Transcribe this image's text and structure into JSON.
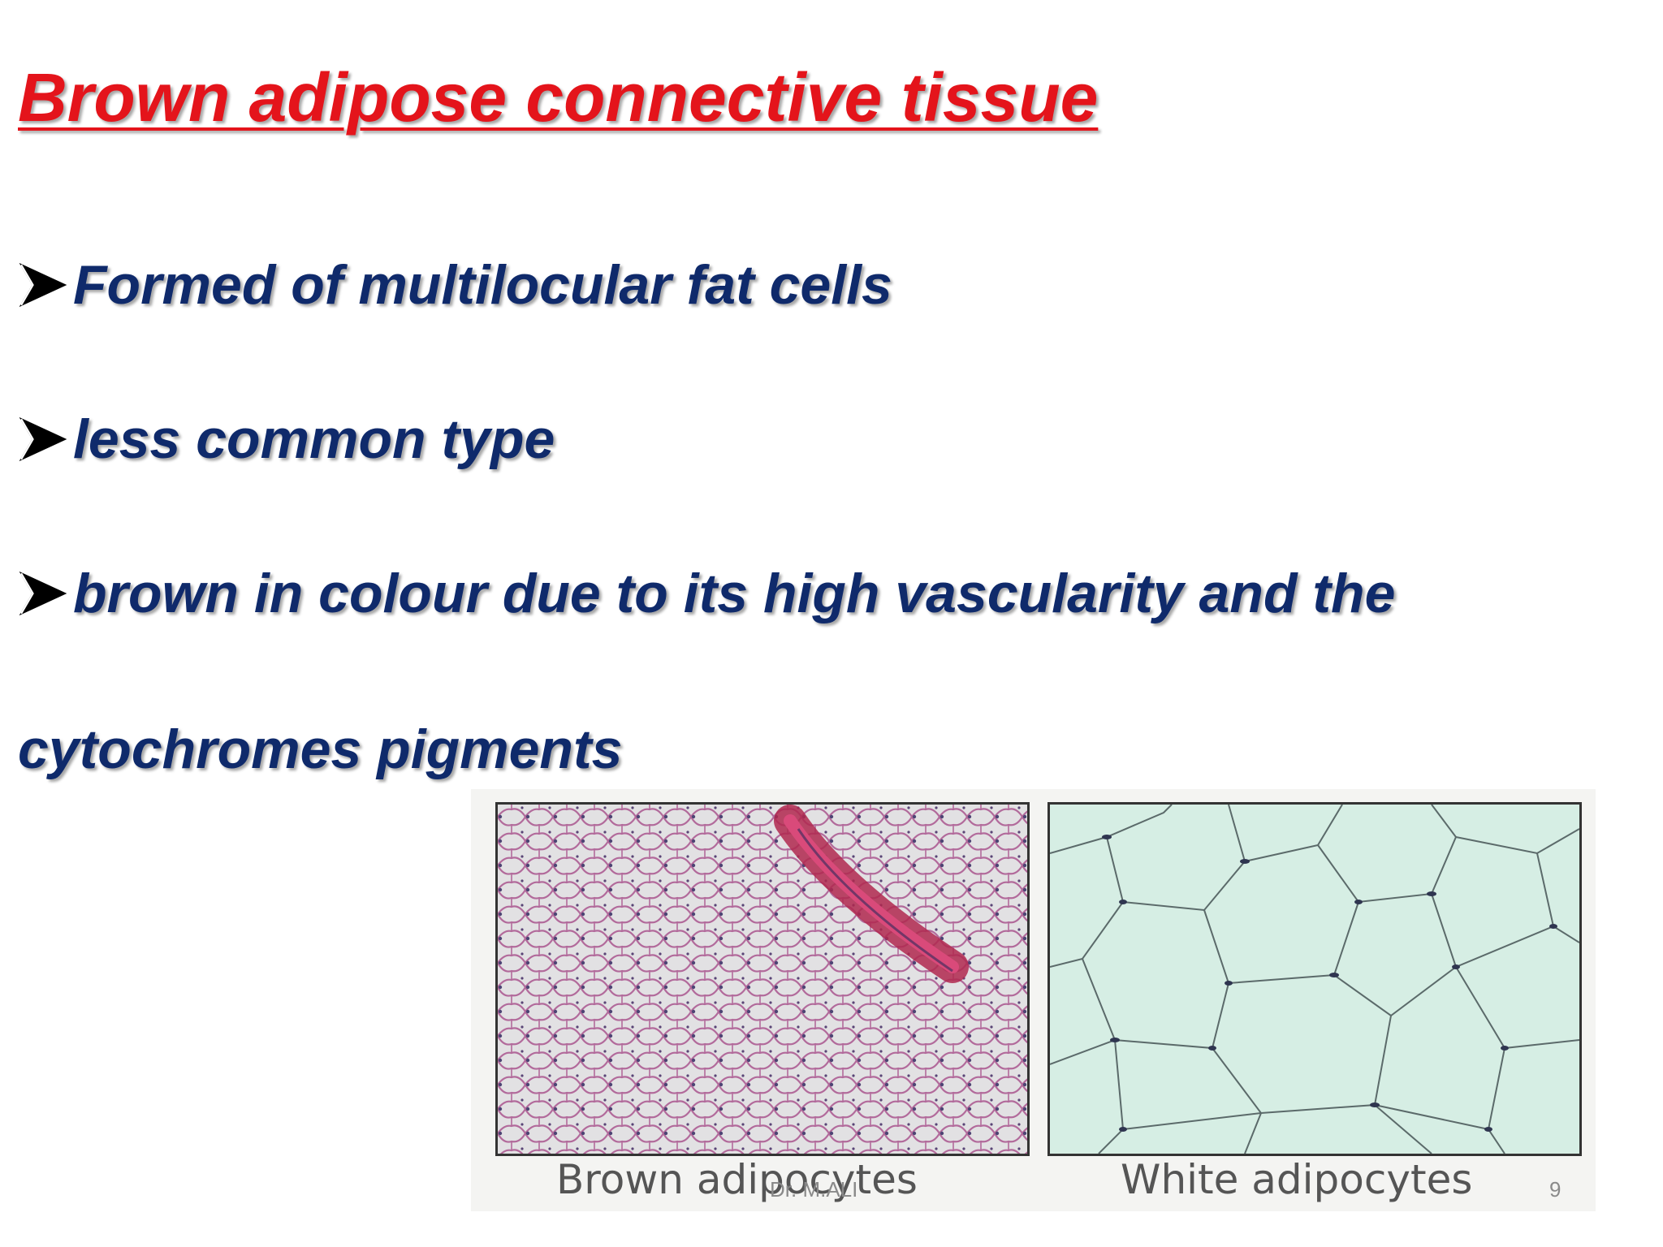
{
  "title": "Brown adipose connective tissue",
  "bullets": [
    "Formed of multilocular fat cells",
    "less common type",
    "brown in colour due to its high vascularity and the"
  ],
  "bullet3_continuation": "cytochromes  pigments",
  "figure": {
    "left_label": "Brown adipocytes",
    "right_label": "White adipocytes"
  },
  "footer": {
    "author": "Dr. M.ALI",
    "page_number": "9"
  },
  "colors": {
    "title": "#e4141b",
    "bullet_text": "#0f2a6b",
    "bullet_arrow": "#000000"
  },
  "icons": {
    "bullet": "arrowhead-bullet-icon"
  }
}
